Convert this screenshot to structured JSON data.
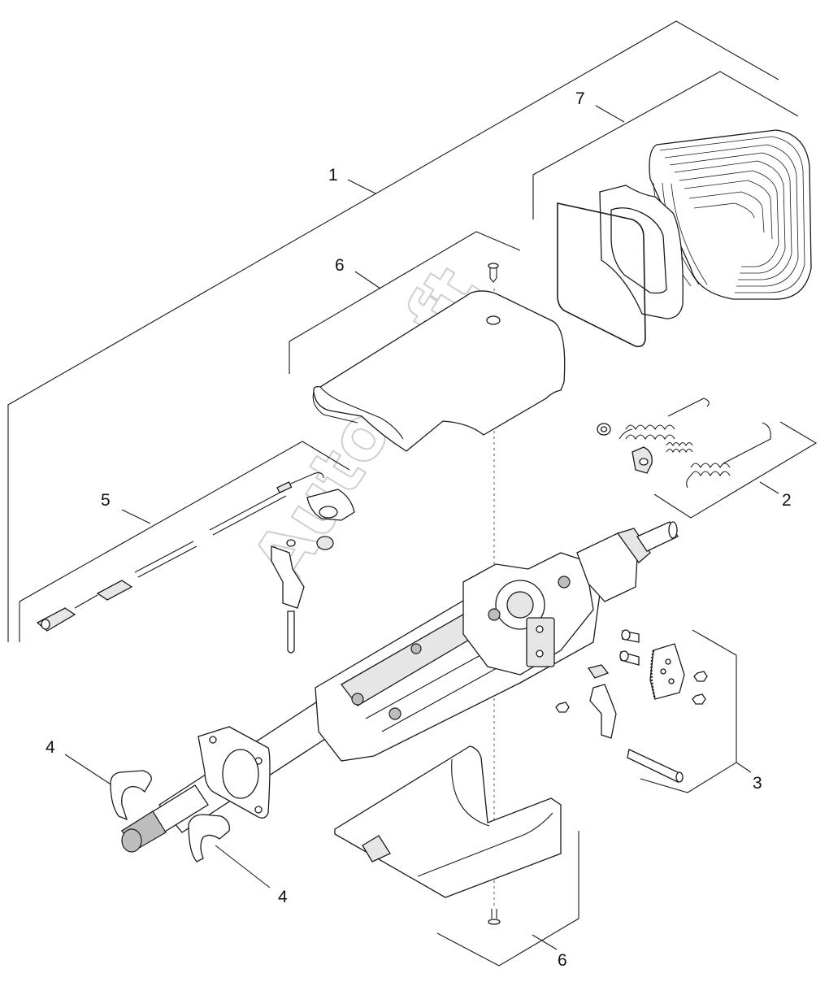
{
  "diagram": {
    "watermark": "AutoSoft",
    "callouts": [
      {
        "id": "c1",
        "label": "1"
      },
      {
        "id": "c7",
        "label": "7"
      },
      {
        "id": "c6a",
        "label": "6"
      },
      {
        "id": "c2",
        "label": "2"
      },
      {
        "id": "c5",
        "label": "5"
      },
      {
        "id": "c3",
        "label": "3"
      },
      {
        "id": "c4a",
        "label": "4"
      },
      {
        "id": "c4b",
        "label": "4"
      },
      {
        "id": "c6b",
        "label": "6"
      }
    ]
  }
}
